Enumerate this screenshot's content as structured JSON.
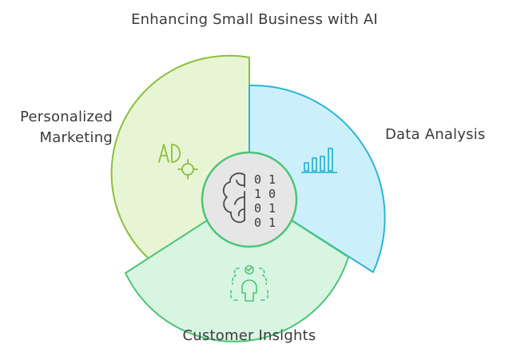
{
  "title": "Enhancing Small Business with AI",
  "segments": {
    "personalized": {
      "line1": "Personalized",
      "line2": "Marketing",
      "icon": "ad-target-icon",
      "fill": "#e8f5d4",
      "stroke": "#8cbe3c"
    },
    "data": {
      "label": "Data Analysis",
      "icon": "bar-chart-icon",
      "fill": "#ccf0fb",
      "stroke": "#2fb4d6"
    },
    "customer": {
      "label": "Customer Insights",
      "icon": "people-insight-icon",
      "fill": "#d8f5e2",
      "stroke": "#4cc476"
    },
    "center": {
      "icon": "brain-binary-icon",
      "binary": [
        "0 1",
        "1 0",
        "0 1",
        "0 1"
      ],
      "fill": "#e6e6e6",
      "stroke": "#4cc476"
    }
  }
}
